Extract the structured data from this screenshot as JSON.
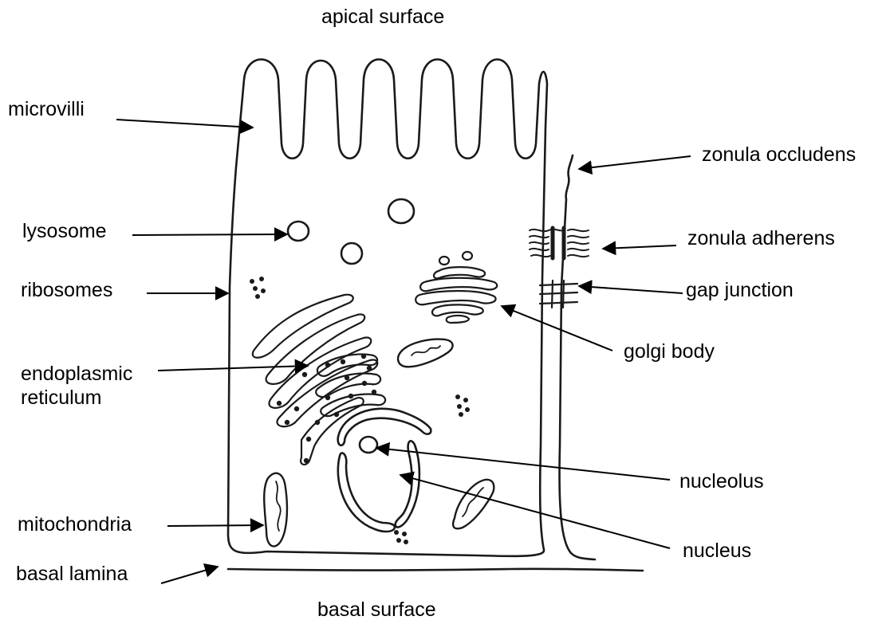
{
  "labels": {
    "apical_surface": "apical surface",
    "basal_surface": "basal surface",
    "microvilli": "microvilli",
    "lysosome": "lysosome",
    "ribosomes": "ribosomes",
    "endoplasmic_reticulum_line1": "endoplasmic",
    "endoplasmic_reticulum_line2": "reticulum",
    "mitochondria": "mitochondria",
    "basal_lamina": "basal lamina",
    "zonula_occludens": "zonula occludens",
    "zonula_adherens": "zonula adherens",
    "gap_junction": "gap junction",
    "golgi_body": "golgi body",
    "nucleolus": "nucleolus",
    "nucleus": "nucleus"
  },
  "colors": {
    "ink": "#1a1a1a",
    "background": "#ffffff"
  }
}
